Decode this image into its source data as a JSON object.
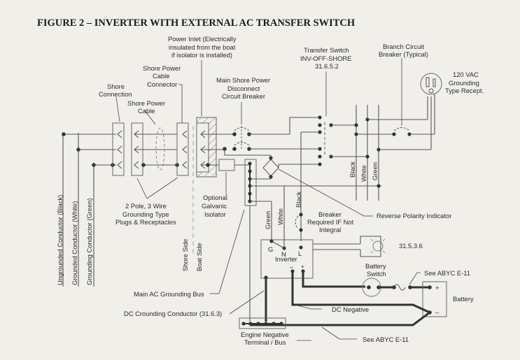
{
  "figure": {
    "title": "FIGURE 2 – INVERTER WITH EXTERNAL AC TRANSFER SWITCH"
  },
  "conductors": {
    "ungrounded": "Ungrounded Conductor (Black)",
    "grounded": "Grounded Conductor (White)",
    "grounding": "Grounding Conductor (Green)"
  },
  "labels": {
    "shore_connection": [
      "Shore",
      "Connection"
    ],
    "shore_power_cable": [
      "Shore Power",
      "Cable"
    ],
    "shore_power_cable_connector": [
      "Shore Power",
      "Cable",
      "Connector"
    ],
    "power_inlet": [
      "Power Inlet (Electrically",
      "insulated from the boat",
      "if isolator is installed)"
    ],
    "main_shore_breaker": [
      "Main Shore Power",
      "Disconnect",
      "Circuit Breaker"
    ],
    "transfer_switch": [
      "Transfer Switch",
      "INV-OFF-SHORE",
      "31.6.5.2"
    ],
    "branch_breaker": [
      "Branch Circuit",
      "Breaker (Typical)"
    ],
    "receptacle": [
      "120 VAC",
      "Grounding",
      "Type Recept."
    ],
    "plugs_receptacles": [
      "2 Pole, 3 Wire",
      "Grounding Type",
      "Plugs & Receptacles"
    ],
    "galvanic_isolator": [
      "Optional",
      "Galvanic",
      "Isolator"
    ],
    "shore_side": "Shore Side",
    "boat_side": "Boat Side",
    "reverse_polarity": "Reverse Polarity Indicator",
    "breaker_required": [
      "Breaker",
      "Required IF Not",
      "Integral"
    ],
    "wire_black": "Black",
    "wire_white": "White",
    "wire_green": "Green",
    "inverter": "Inverter",
    "inverter_g": "G",
    "inverter_n": "N",
    "inverter_l": "L",
    "inverter_minus": "–",
    "inverter_plus": "+",
    "indicator_ref": "31.5.3.6",
    "battery_switch": [
      "Battery",
      "Switch"
    ],
    "see_abyc_fuse": "See ABYC E-11",
    "battery": "Battery",
    "battery_plus": "+",
    "battery_minus": "–",
    "main_ac_grounding_bus": "Main AC Grounding Bus",
    "dc_grounding_conductor": "DC Crounding Conductor (31.6.3)",
    "dc_negative": "DC Negative",
    "engine_negative": [
      "Engine Negative",
      "Terminal / Bus"
    ],
    "see_abyc_engine": "See ABYC E-11"
  }
}
